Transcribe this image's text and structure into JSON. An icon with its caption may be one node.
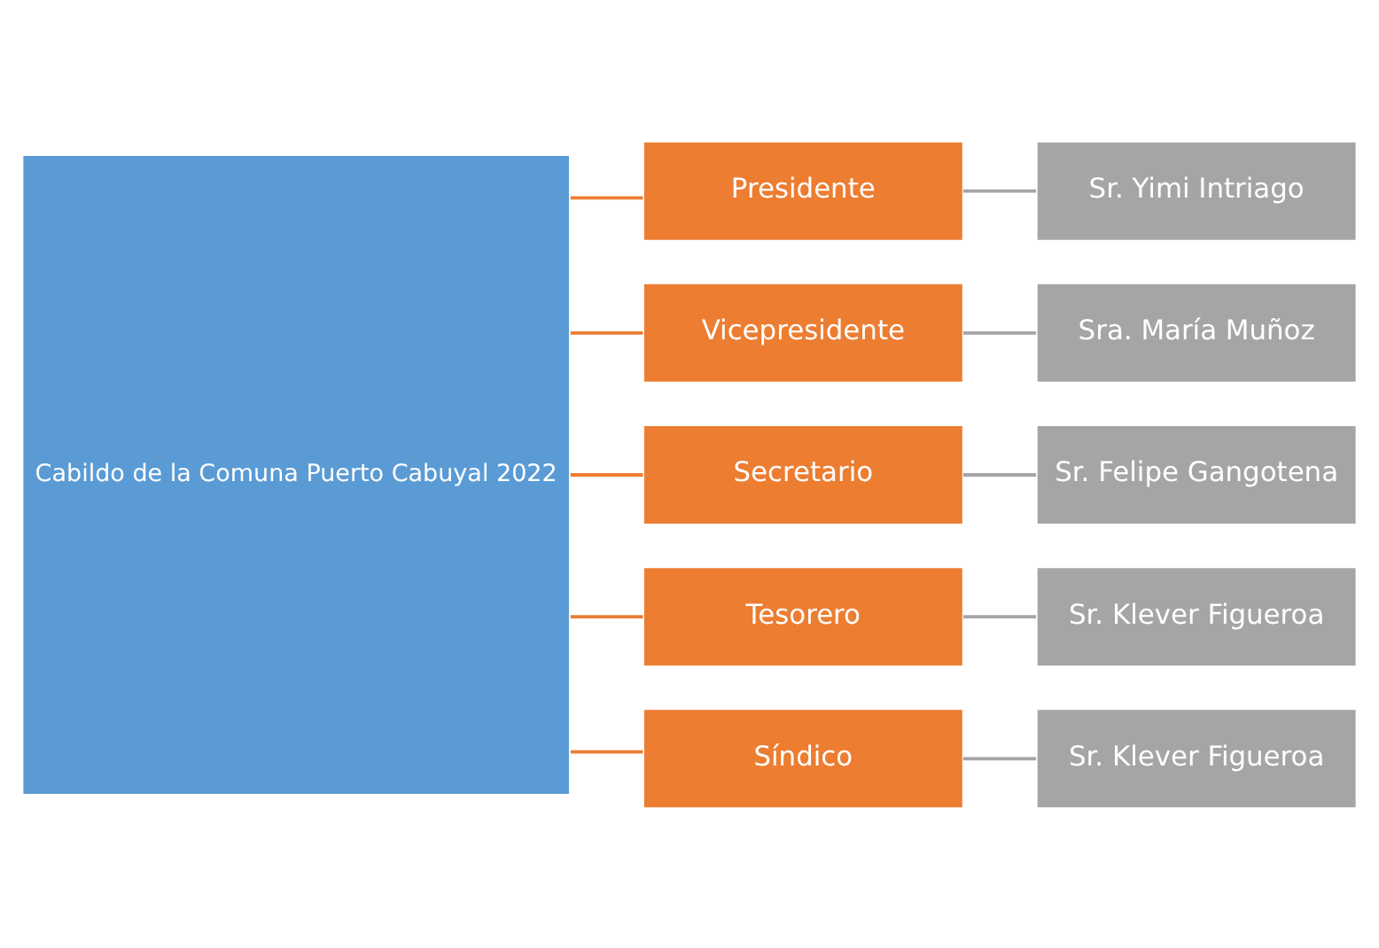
{
  "diagram": {
    "nodes": [
      {
        "text": [
          "Cabildo de la Comuna Puerto Cabuyal 2022"
        ]
      },
      {
        "text": [
          "Presidente"
        ]
      },
      {
        "text": [
          "Sr. Yimi Intriago"
        ]
      },
      {
        "text": [
          "Vicepresidente"
        ]
      },
      {
        "text": [
          "Sra. María Muñoz"
        ]
      },
      {
        "text": [
          "Secretario"
        ]
      },
      {
        "text": [
          "Sr. Felipe Gangotena"
        ]
      },
      {
        "text": [
          "Tesorero"
        ]
      },
      {
        "text": [
          "Sr. Klever Figueroa"
        ]
      },
      {
        "text": [
          "Síndico"
        ]
      },
      {
        "text": [
          "Sr. Klever Figueroa"
        ]
      }
    ],
    "edges": [
      {
        "from": 0,
        "to": 1,
        "arrow": "none"
      },
      {
        "from": 0,
        "to": 3,
        "arrow": "none"
      },
      {
        "from": 0,
        "to": 5,
        "arrow": "none"
      },
      {
        "from": 0,
        "to": 7,
        "arrow": "none"
      },
      {
        "from": 0,
        "to": 9,
        "arrow": "none"
      },
      {
        "from": 1,
        "to": 2,
        "arrow": "none",
        "color": "#a5a5a5"
      },
      {
        "from": 3,
        "to": 4,
        "arrow": "none",
        "color": "#a5a5a5"
      },
      {
        "from": 5,
        "to": 6,
        "arrow": "none",
        "color": "#a5a5a5"
      },
      {
        "from": 7,
        "to": 8,
        "arrow": "none",
        "color": "#a5a5a5"
      },
      {
        "from": 9,
        "to": 10,
        "arrow": "none",
        "color": "#a5a5a5"
      }
    ]
  }
}
